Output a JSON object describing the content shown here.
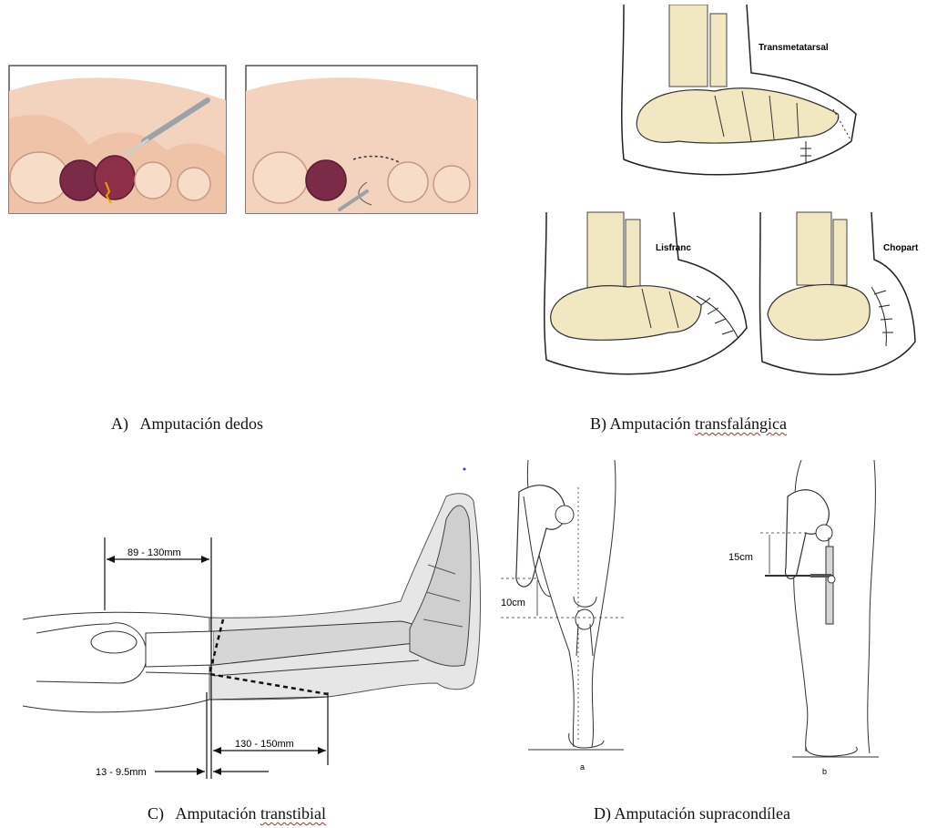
{
  "captions": {
    "a": {
      "prefix": "A)",
      "text": "Amputación dedos"
    },
    "b": {
      "prefix": "B)",
      "text_plain": "Amputación",
      "text_squiggle": "transfalángica"
    },
    "c": {
      "prefix": "C)",
      "text_plain": "Amputación",
      "text_squiggle": "transtibial"
    },
    "d": {
      "prefix": "D)",
      "text": "Amputación supracondílea"
    }
  },
  "panel_b": {
    "labels": {
      "top": "Transmetatarsal",
      "left": "Lisfranc",
      "right": "Chopart"
    }
  },
  "panel_c": {
    "measurements": {
      "top": "89 - 130mm",
      "bottom_right": "130 - 150mm",
      "bottom_left": "13 - 9.5mm"
    }
  },
  "panel_d": {
    "measurements": {
      "left": "10cm",
      "right": "15cm"
    },
    "sublabels": {
      "left": "a",
      "right": "b"
    }
  },
  "colors": {
    "bone": "#f1e8c2",
    "skin": "#f3d3bd",
    "bruise": "#7b2a48",
    "cut_line": "#c71a1a"
  }
}
